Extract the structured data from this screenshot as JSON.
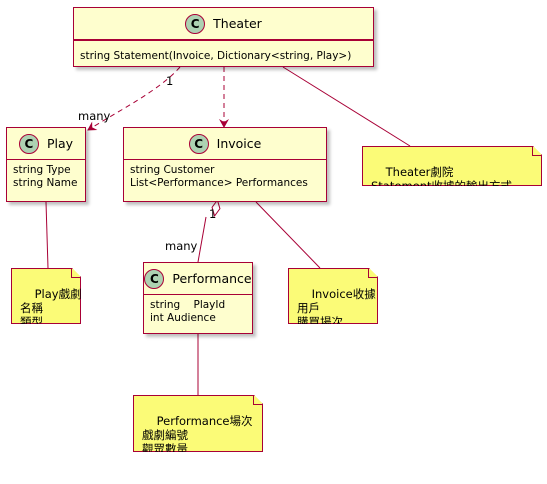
{
  "classes": {
    "theater": {
      "icon": "C",
      "name": "Theater",
      "attrs": [],
      "methods": [
        "string Statement(Invoice, Dictionary<string, Play>)"
      ]
    },
    "play": {
      "icon": "C",
      "name": "Play",
      "attrs": [
        "string Type",
        "string Name"
      ]
    },
    "invoice": {
      "icon": "C",
      "name": "Invoice",
      "attrs": [
        "string Customer",
        "List<Performance> Performances"
      ]
    },
    "performance": {
      "icon": "C",
      "name": "Performance",
      "attrs": [
        "string    PlayId",
        "int Audience"
      ]
    }
  },
  "notes": {
    "theater": "Theater劇院\nStatement收據的輸出方式",
    "play": "Play戲劇\n名稱\n類型",
    "invoice": "Invoice收據\n用戶\n購買場次",
    "performance": "Performance場次\n戲劇編號\n觀眾數量"
  },
  "multiplicities": {
    "theater_play_1": "1",
    "theater_play_many": "many",
    "invoice_perf_1": "1",
    "invoice_perf_many": "many"
  },
  "colors": {
    "class_bg": "#FEFECE",
    "border": "#A80036",
    "note_bg": "#FBFB77",
    "badge": "#ADD1B2"
  }
}
